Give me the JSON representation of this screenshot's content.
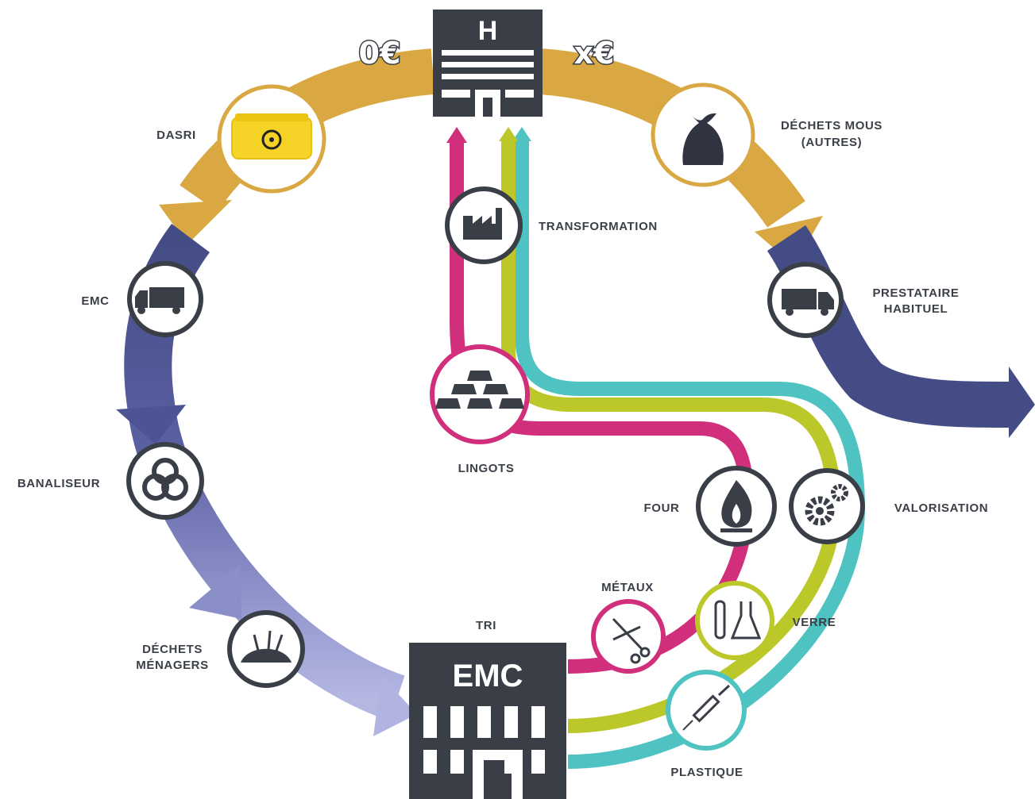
{
  "colors": {
    "gold": "#d9a843",
    "navy": "#444c85",
    "lavender": "#8b8fc8",
    "light_lavender": "#b1b4e0",
    "magenta": "#d12f7b",
    "lime": "#bcc72a",
    "teal": "#4ec3c1",
    "dark": "#3a3f47"
  },
  "hospital": {
    "letter": "H",
    "cost_left": "0€",
    "cost_right": "x€"
  },
  "plant": {
    "name": "EMC"
  },
  "labels": {
    "dasri": "DASRI",
    "dechets_mous_line1": "DÉCHETS MOUS",
    "dechets_mous_line2": "(AUTRES)",
    "transformation": "TRANSFORMATION",
    "emc": "EMC",
    "prestataire_line1": "PRESTATAIRE",
    "prestataire_line2": "HABITUEL",
    "lingots": "LINGOTS",
    "banaliseur": "BANALISEUR",
    "four": "FOUR",
    "valorisation": "VALORISATION",
    "metaux": "MÉTAUX",
    "tri": "TRI",
    "verre": "VERRE",
    "dechets_menagers_line1": "DÉCHETS",
    "dechets_menagers_line2": "MÉNAGERS",
    "plastique": "PLASTIQUE"
  },
  "icons": {
    "dasri": "biohazard-container-icon",
    "dechets_mous": "trash-bag-icon",
    "transformation": "factory-icon",
    "emc": "truck-icon",
    "prestataire": "truck-icon",
    "lingots": "gold-ingots-icon",
    "banaliseur": "biohazard-icon",
    "four": "flame-icon",
    "valorisation": "gears-icon",
    "metaux": "scissors-icon",
    "verre": "lab-glassware-icon",
    "dechets_menagers": "waste-pile-icon",
    "plastique": "syringe-icon"
  }
}
